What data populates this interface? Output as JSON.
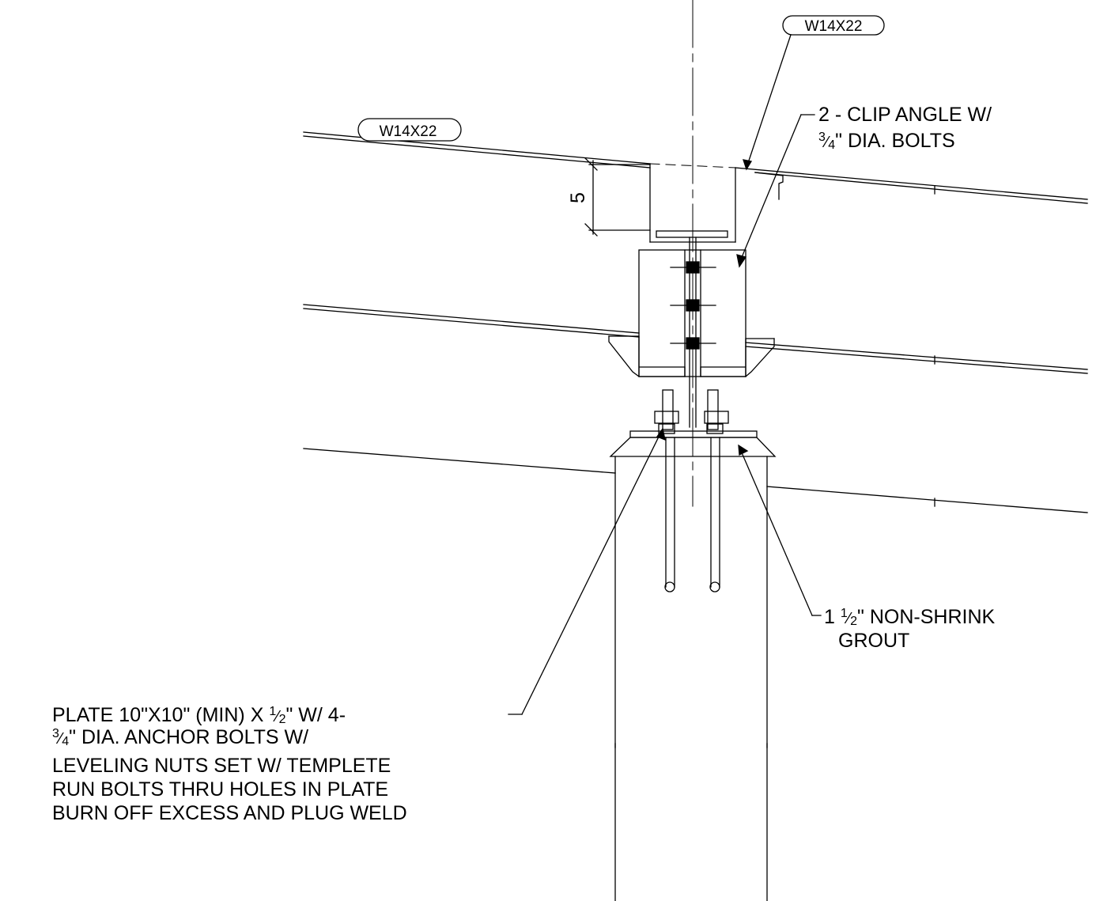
{
  "tags": {
    "top_beam": "W14X22",
    "left_beam": "W14X22"
  },
  "dimension": "5",
  "notes": {
    "clip_angle": [
      "2 - CLIP ANGLE W/",
      "DIA. BOLTS"
    ],
    "clip_angle_frac": {
      "num": "3",
      "den": "4",
      "after": "\" DIA. BOLTS"
    },
    "grout": {
      "prefix": "1 ",
      "num": "1",
      "den": "2",
      "suffix": "\" NON-SHRINK",
      "line2": "GROUT"
    },
    "plate": {
      "line1_prefix": "PLATE 10\"X10\" (MIN) X ",
      "line1_num": "1",
      "line1_den": "2",
      "line1_suffix": "\" W/ 4-",
      "line2_num": "3",
      "line2_den": "4",
      "line2_suffix": "\" DIA.  ANCHOR BOLTS W/",
      "line3": "LEVELING NUTS SET W/ TEMPLETE",
      "line4": "RUN BOLTS THRU HOLES IN PLATE",
      "line5": "BURN OFF EXCESS AND PLUG WELD"
    }
  }
}
